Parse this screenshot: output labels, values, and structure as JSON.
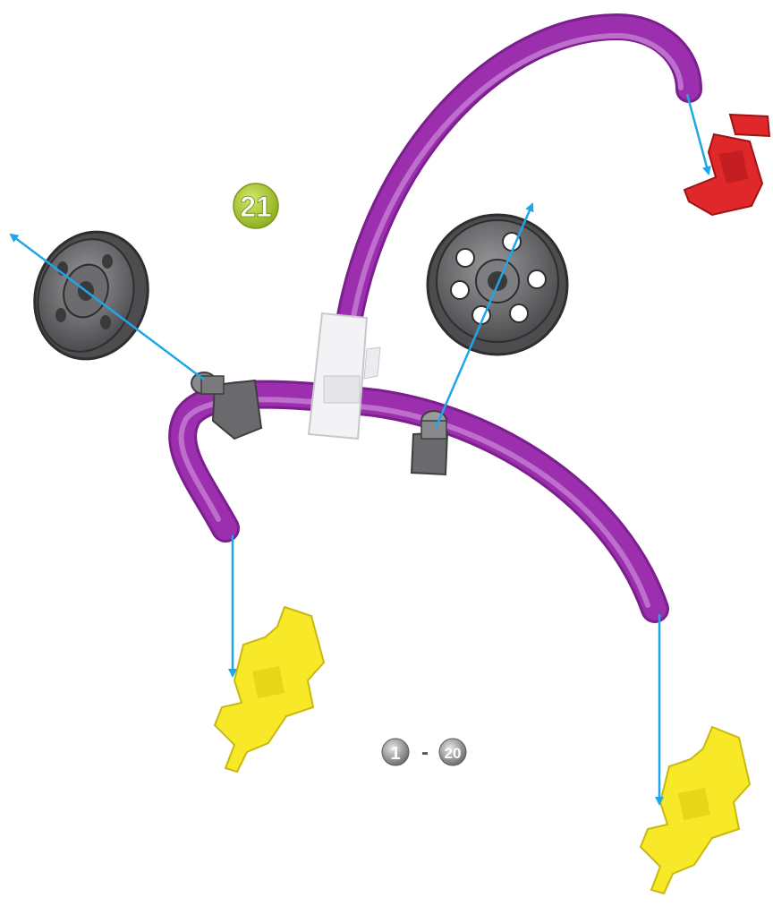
{
  "step_badge": {
    "number": "21",
    "color": "#9bbd2a"
  },
  "prerequisite": {
    "from": "1",
    "separator": "-",
    "to": "20",
    "color": "#8a8a8a"
  },
  "colors": {
    "tube": "#9b2fae",
    "tube_highlight": "#c77fd4",
    "wheel": "#5e5e60",
    "connector_red": "#e0282b",
    "connector_yellow": "#f7e928",
    "clip_white": "#f3f3f5",
    "arrow": "#1fa6e8"
  },
  "parts": {
    "tubes": [
      "long-curved-tube",
      "lower-curved-tube"
    ],
    "wheels": [
      "left-wheel",
      "center-wheel"
    ],
    "connectors": [
      "red-connector",
      "yellow-connector-left",
      "yellow-connector-right",
      "white-clip",
      "axle-hub-left",
      "axle-hub-center"
    ]
  }
}
